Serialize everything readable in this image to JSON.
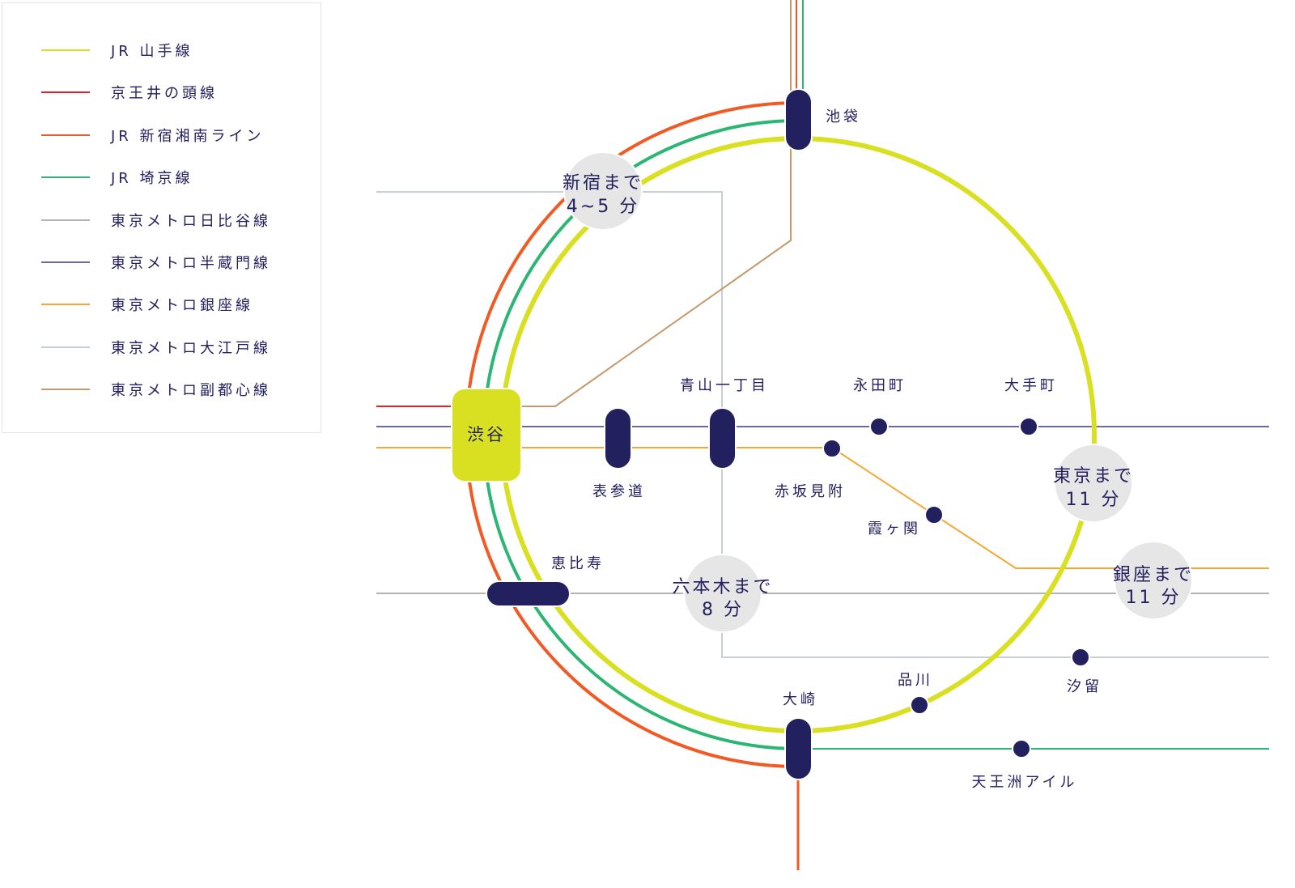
{
  "legend": {
    "items": [
      {
        "label": "JR 山手線",
        "color": "#d9e021"
      },
      {
        "label": "京王井の頭線",
        "color": "#d4262c"
      },
      {
        "label": "JR 新宿湘南ライン",
        "color": "#f15a24"
      },
      {
        "label": "JR 埼京線",
        "color": "#2bb673"
      },
      {
        "label": "東京メトロ日比谷線",
        "color": "#b3b3b3"
      },
      {
        "label": "東京メトロ半蔵門線",
        "color": "#6b6b9a"
      },
      {
        "label": "東京メトロ銀座線",
        "color": "#f7a731"
      },
      {
        "label": "東京メトロ大江戸線",
        "color": "#c3d0da"
      },
      {
        "label": "東京メトロ副都心線",
        "color": "#c49a6c"
      }
    ]
  },
  "colors": {
    "station": "#22205f",
    "hub": "#d9e021",
    "time_bubble": "#e6e6e6",
    "text": "#22205f"
  },
  "stations": {
    "shibuya": "渋谷",
    "ikebukuro": "池袋",
    "omotesando": "表参道",
    "aoyama_itchome": "青山一丁目",
    "nagatacho": "永田町",
    "otemachi": "大手町",
    "akasaka_mitsuke": "赤坂見附",
    "kasumigaseki": "霞ヶ関",
    "ebisu": "恵比寿",
    "shinagawa": "品川",
    "shiodome": "汐留",
    "osaki": "大崎",
    "tennozu_isle": "天王洲アイル"
  },
  "travel_times": {
    "shinjuku": {
      "line1": "新宿まで",
      "line2": "4~5 分"
    },
    "tokyo": {
      "line1": "東京まで",
      "line2": "11 分"
    },
    "roppongi": {
      "line1": "六本木まで",
      "line2": "8 分"
    },
    "ginza": {
      "line1": "銀座まで",
      "line2": "11 分"
    }
  }
}
